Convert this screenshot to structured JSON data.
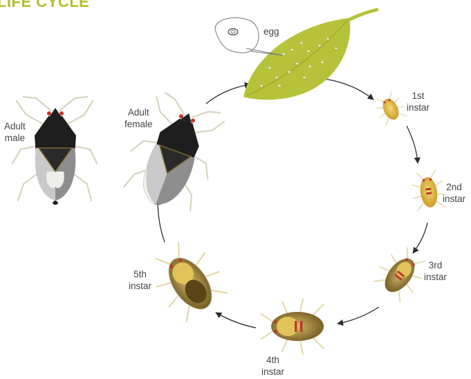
{
  "title": "LIFE CYCLE",
  "labels": {
    "egg": "egg",
    "adult_male": [
      "Adult",
      "male"
    ],
    "adult_female": [
      "Adult",
      "female"
    ],
    "instar1": [
      "1st",
      "instar"
    ],
    "instar2": [
      "2nd",
      "instar"
    ],
    "instar3": [
      "3rd",
      "instar"
    ],
    "instar4": [
      "4th",
      "instar"
    ],
    "instar5": [
      "5th",
      "instar"
    ]
  },
  "colors": {
    "title": "#b5bd2a",
    "leaf": "#b6c23a",
    "adult_body": "#1e1e1e",
    "nymph_yellow": "#e6c24a",
    "nymph_red": "#c0392b",
    "arrow": "#2b2b2b"
  }
}
